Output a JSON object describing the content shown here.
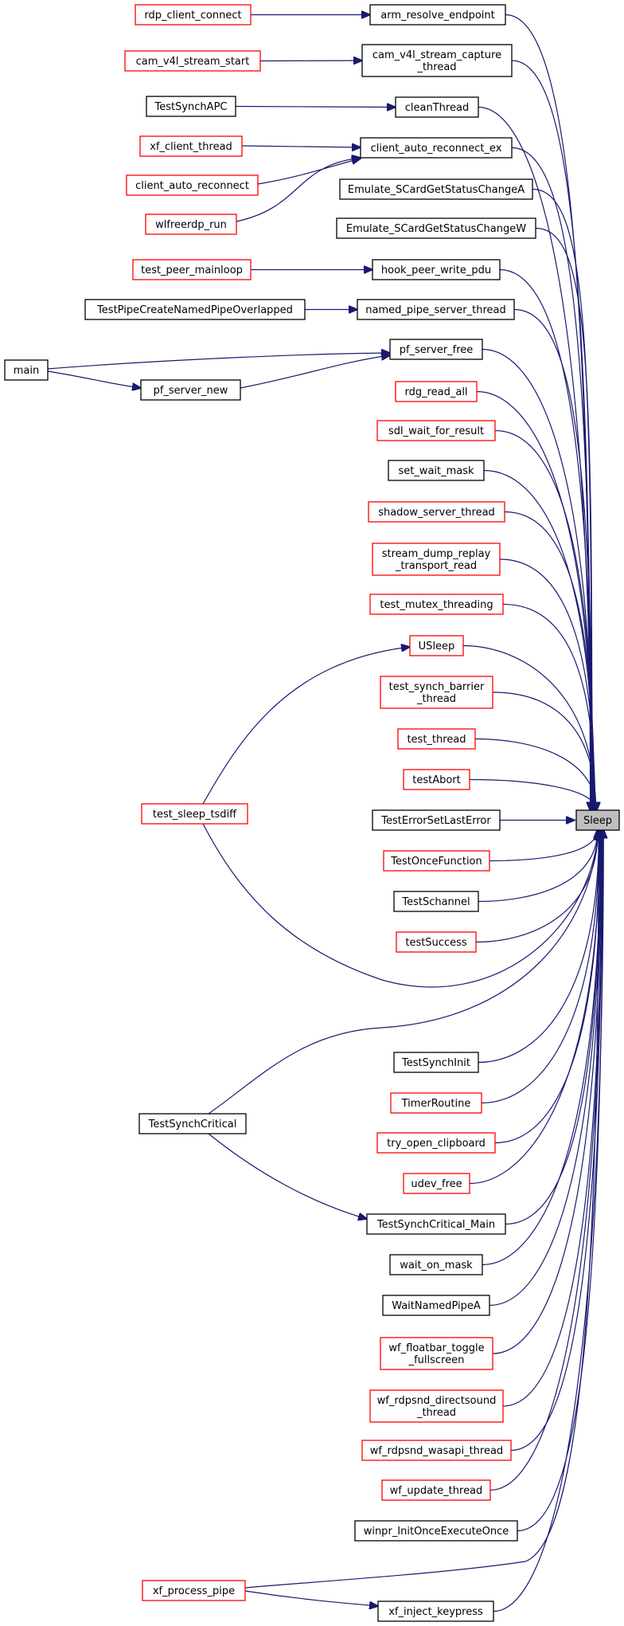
{
  "diagram": {
    "nodes": [
      {
        "id": "rdp_client_connect",
        "lines": [
          "rdp_client_connect"
        ],
        "border": "red"
      },
      {
        "id": "arm_resolve_endpoint",
        "lines": [
          "arm_resolve_endpoint"
        ],
        "border": "black"
      },
      {
        "id": "cam_v4l_stream_start",
        "lines": [
          "cam_v4l_stream_start"
        ],
        "border": "red"
      },
      {
        "id": "cam_v4l_stream_capture_thread",
        "lines": [
          "cam_v4l_stream_capture",
          "_thread"
        ],
        "border": "black"
      },
      {
        "id": "TestSynchAPC",
        "lines": [
          "TestSynchAPC"
        ],
        "border": "black"
      },
      {
        "id": "cleanThread",
        "lines": [
          "cleanThread"
        ],
        "border": "black"
      },
      {
        "id": "xf_client_thread",
        "lines": [
          "xf_client_thread"
        ],
        "border": "red"
      },
      {
        "id": "client_auto_reconnect_ex",
        "lines": [
          "client_auto_reconnect_ex"
        ],
        "border": "black"
      },
      {
        "id": "client_auto_reconnect",
        "lines": [
          "client_auto_reconnect"
        ],
        "border": "red"
      },
      {
        "id": "wlfreerdp_run",
        "lines": [
          "wlfreerdp_run"
        ],
        "border": "red"
      },
      {
        "id": "Emulate_SCardGetStatusChangeA",
        "lines": [
          "Emulate_SCardGetStatusChangeA"
        ],
        "border": "black"
      },
      {
        "id": "Emulate_SCardGetStatusChangeW",
        "lines": [
          "Emulate_SCardGetStatusChangeW"
        ],
        "border": "black"
      },
      {
        "id": "test_peer_mainloop",
        "lines": [
          "test_peer_mainloop"
        ],
        "border": "red"
      },
      {
        "id": "hook_peer_write_pdu",
        "lines": [
          "hook_peer_write_pdu"
        ],
        "border": "black"
      },
      {
        "id": "TestPipeCreateNamedPipeOverlapped",
        "lines": [
          "TestPipeCreateNamedPipeOverlapped"
        ],
        "border": "black"
      },
      {
        "id": "named_pipe_server_thread",
        "lines": [
          "named_pipe_server_thread"
        ],
        "border": "black"
      },
      {
        "id": "main",
        "lines": [
          "main"
        ],
        "border": "black"
      },
      {
        "id": "pf_server_free",
        "lines": [
          "pf_server_free"
        ],
        "border": "black"
      },
      {
        "id": "pf_server_new",
        "lines": [
          "pf_server_new"
        ],
        "border": "black"
      },
      {
        "id": "rdg_read_all",
        "lines": [
          "rdg_read_all"
        ],
        "border": "red"
      },
      {
        "id": "sdl_wait_for_result",
        "lines": [
          "sdl_wait_for_result"
        ],
        "border": "red"
      },
      {
        "id": "set_wait_mask",
        "lines": [
          "set_wait_mask"
        ],
        "border": "black"
      },
      {
        "id": "shadow_server_thread",
        "lines": [
          "shadow_server_thread"
        ],
        "border": "red"
      },
      {
        "id": "stream_dump_replay_transport_read",
        "lines": [
          "stream_dump_replay",
          "_transport_read"
        ],
        "border": "red"
      },
      {
        "id": "test_mutex_threading",
        "lines": [
          "test_mutex_threading"
        ],
        "border": "red"
      },
      {
        "id": "USleep",
        "lines": [
          "USleep"
        ],
        "border": "red"
      },
      {
        "id": "test_synch_barrier_thread",
        "lines": [
          "test_synch_barrier",
          "_thread"
        ],
        "border": "red"
      },
      {
        "id": "test_thread",
        "lines": [
          "test_thread"
        ],
        "border": "red"
      },
      {
        "id": "test_sleep_tsdiff",
        "lines": [
          "test_sleep_tsdiff"
        ],
        "border": "red"
      },
      {
        "id": "testAbort",
        "lines": [
          "testAbort"
        ],
        "border": "red"
      },
      {
        "id": "TestErrorSetLastError",
        "lines": [
          "TestErrorSetLastError"
        ],
        "border": "black"
      },
      {
        "id": "Sleep",
        "lines": [
          "Sleep"
        ],
        "border": "focus"
      },
      {
        "id": "TestOnceFunction",
        "lines": [
          "TestOnceFunction"
        ],
        "border": "red"
      },
      {
        "id": "TestSchannel",
        "lines": [
          "TestSchannel"
        ],
        "border": "black"
      },
      {
        "id": "testSuccess",
        "lines": [
          "testSuccess"
        ],
        "border": "red"
      },
      {
        "id": "TestSynchInit",
        "lines": [
          "TestSynchInit"
        ],
        "border": "black"
      },
      {
        "id": "TimerRoutine",
        "lines": [
          "TimerRoutine"
        ],
        "border": "red"
      },
      {
        "id": "TestSynchCritical",
        "lines": [
          "TestSynchCritical"
        ],
        "border": "black"
      },
      {
        "id": "try_open_clipboard",
        "lines": [
          "try_open_clipboard"
        ],
        "border": "red"
      },
      {
        "id": "udev_free",
        "lines": [
          "udev_free"
        ],
        "border": "red"
      },
      {
        "id": "TestSynchCritical_Main",
        "lines": [
          "TestSynchCritical_Main"
        ],
        "border": "black"
      },
      {
        "id": "wait_on_mask",
        "lines": [
          "wait_on_mask"
        ],
        "border": "black"
      },
      {
        "id": "WaitNamedPipeA",
        "lines": [
          "WaitNamedPipeA"
        ],
        "border": "black"
      },
      {
        "id": "wf_floatbar_toggle_fullscreen",
        "lines": [
          "wf_floatbar_toggle",
          "_fullscreen"
        ],
        "border": "red"
      },
      {
        "id": "wf_rdpsnd_directsound_thread",
        "lines": [
          "wf_rdpsnd_directsound",
          "_thread"
        ],
        "border": "red"
      },
      {
        "id": "wf_rdpsnd_wasapi_thread",
        "lines": [
          "wf_rdpsnd_wasapi_thread"
        ],
        "border": "red"
      },
      {
        "id": "wf_update_thread",
        "lines": [
          "wf_update_thread"
        ],
        "border": "red"
      },
      {
        "id": "winpr_InitOnceExecuteOnce",
        "lines": [
          "winpr_InitOnceExecuteOnce"
        ],
        "border": "black"
      },
      {
        "id": "xf_process_pipe",
        "lines": [
          "xf_process_pipe"
        ],
        "border": "red"
      },
      {
        "id": "xf_inject_keypress",
        "lines": [
          "xf_inject_keypress"
        ],
        "border": "black"
      }
    ],
    "edges": [
      {
        "from": "rdp_client_connect",
        "to": "arm_resolve_endpoint"
      },
      {
        "from": "cam_v4l_stream_start",
        "to": "cam_v4l_stream_capture_thread"
      },
      {
        "from": "TestSynchAPC",
        "to": "cleanThread"
      },
      {
        "from": "xf_client_thread",
        "to": "client_auto_reconnect_ex"
      },
      {
        "from": "client_auto_reconnect",
        "to": "client_auto_reconnect_ex"
      },
      {
        "from": "wlfreerdp_run",
        "to": "client_auto_reconnect_ex"
      },
      {
        "from": "test_peer_mainloop",
        "to": "hook_peer_write_pdu"
      },
      {
        "from": "TestPipeCreateNamedPipeOverlapped",
        "to": "named_pipe_server_thread"
      },
      {
        "from": "main",
        "to": "pf_server_free"
      },
      {
        "from": "main",
        "to": "pf_server_new"
      },
      {
        "from": "pf_server_new",
        "to": "pf_server_free"
      },
      {
        "from": "test_sleep_tsdiff",
        "to": "USleep"
      },
      {
        "from": "TestSynchCritical",
        "to": "TestSynchCritical_Main"
      },
      {
        "from": "xf_process_pipe",
        "to": "xf_inject_keypress"
      },
      {
        "from": "arm_resolve_endpoint",
        "to": "Sleep"
      },
      {
        "from": "cam_v4l_stream_capture_thread",
        "to": "Sleep"
      },
      {
        "from": "cleanThread",
        "to": "Sleep"
      },
      {
        "from": "client_auto_reconnect_ex",
        "to": "Sleep"
      },
      {
        "from": "Emulate_SCardGetStatusChangeA",
        "to": "Sleep"
      },
      {
        "from": "Emulate_SCardGetStatusChangeW",
        "to": "Sleep"
      },
      {
        "from": "hook_peer_write_pdu",
        "to": "Sleep"
      },
      {
        "from": "named_pipe_server_thread",
        "to": "Sleep"
      },
      {
        "from": "pf_server_free",
        "to": "Sleep"
      },
      {
        "from": "rdg_read_all",
        "to": "Sleep"
      },
      {
        "from": "sdl_wait_for_result",
        "to": "Sleep"
      },
      {
        "from": "set_wait_mask",
        "to": "Sleep"
      },
      {
        "from": "shadow_server_thread",
        "to": "Sleep"
      },
      {
        "from": "stream_dump_replay_transport_read",
        "to": "Sleep"
      },
      {
        "from": "test_mutex_threading",
        "to": "Sleep"
      },
      {
        "from": "USleep",
        "to": "Sleep"
      },
      {
        "from": "test_synch_barrier_thread",
        "to": "Sleep"
      },
      {
        "from": "test_thread",
        "to": "Sleep"
      },
      {
        "from": "testAbort",
        "to": "Sleep"
      },
      {
        "from": "TestErrorSetLastError",
        "to": "Sleep"
      },
      {
        "from": "TestOnceFunction",
        "to": "Sleep"
      },
      {
        "from": "TestSchannel",
        "to": "Sleep"
      },
      {
        "from": "testSuccess",
        "to": "Sleep"
      },
      {
        "from": "test_sleep_tsdiff",
        "to": "Sleep"
      },
      {
        "from": "TestSynchCritical",
        "to": "Sleep"
      },
      {
        "from": "TestSynchInit",
        "to": "Sleep"
      },
      {
        "from": "TimerRoutine",
        "to": "Sleep"
      },
      {
        "from": "try_open_clipboard",
        "to": "Sleep"
      },
      {
        "from": "udev_free",
        "to": "Sleep"
      },
      {
        "from": "TestSynchCritical_Main",
        "to": "Sleep"
      },
      {
        "from": "wait_on_mask",
        "to": "Sleep"
      },
      {
        "from": "WaitNamedPipeA",
        "to": "Sleep"
      },
      {
        "from": "wf_floatbar_toggle_fullscreen",
        "to": "Sleep"
      },
      {
        "from": "wf_rdpsnd_directsound_thread",
        "to": "Sleep"
      },
      {
        "from": "wf_rdpsnd_wasapi_thread",
        "to": "Sleep"
      },
      {
        "from": "wf_update_thread",
        "to": "Sleep"
      },
      {
        "from": "winpr_InitOnceExecuteOnce",
        "to": "Sleep"
      },
      {
        "from": "xf_process_pipe",
        "to": "Sleep"
      },
      {
        "from": "xf_inject_keypress",
        "to": "Sleep"
      }
    ],
    "colors": {
      "edge": "#191970",
      "link_border": "#ff0000",
      "plain_border": "#000000",
      "focus_fill": "#bfbfbf"
    }
  }
}
